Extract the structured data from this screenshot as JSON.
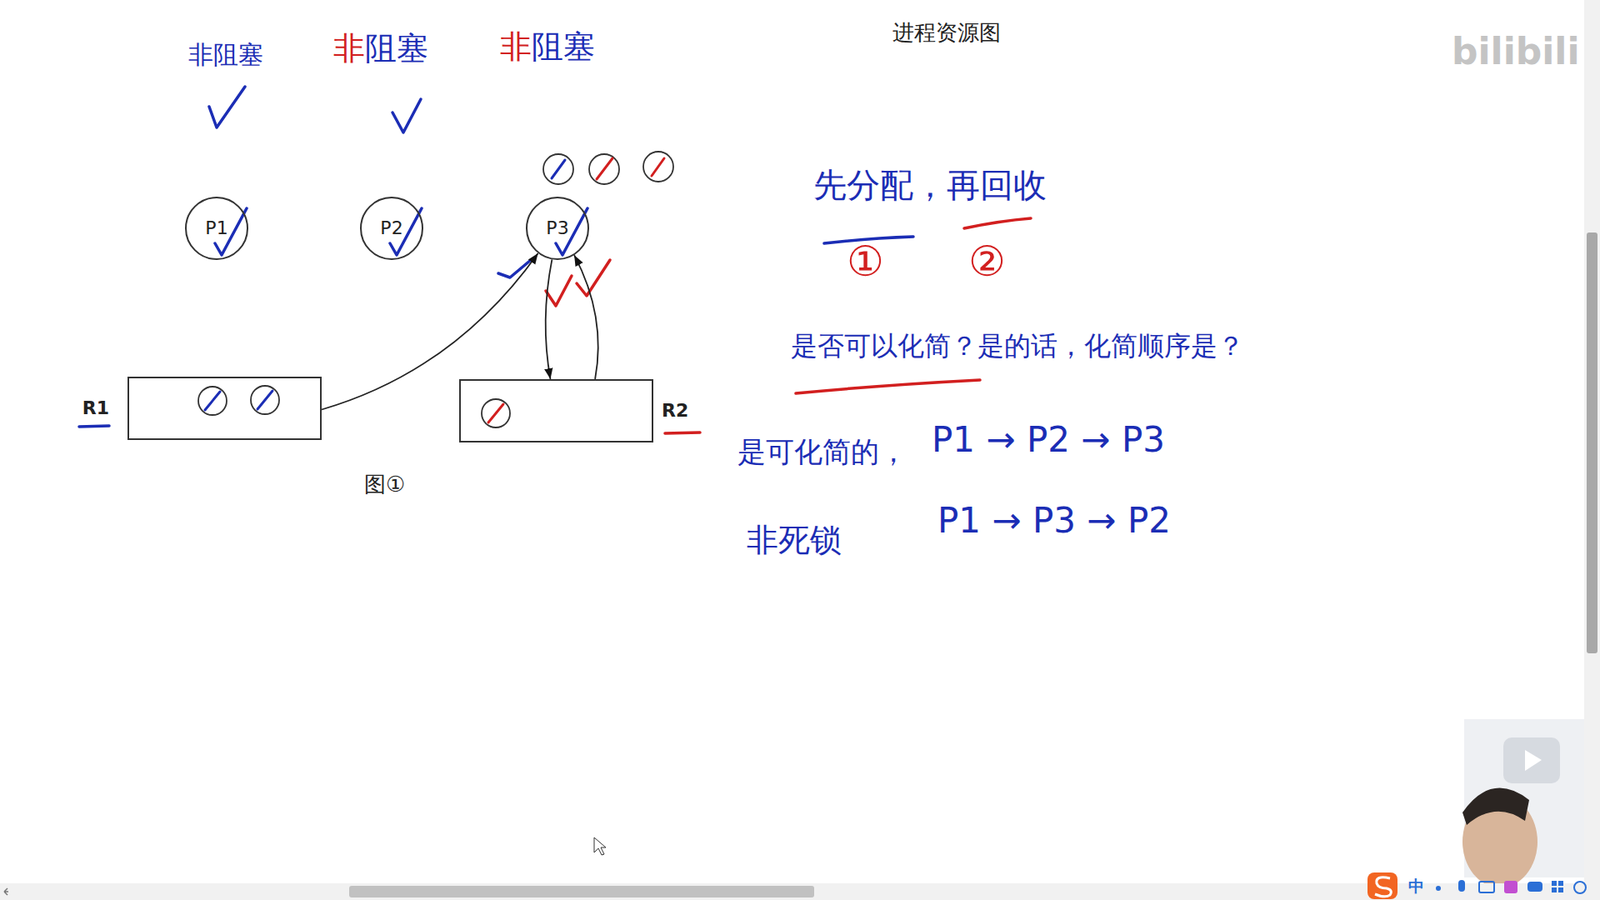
{
  "diagram": {
    "title": "进程资源图",
    "caption": "图①",
    "nodes": [
      {
        "text": [
          "P1"
        ]
      },
      {
        "text": [
          "P2"
        ]
      },
      {
        "text": [
          "P3"
        ]
      },
      {
        "text": [
          "R1"
        ]
      },
      {
        "text": [
          "R2"
        ]
      }
    ],
    "edges": [
      {
        "from": 3,
        "to": 2,
        "arrow": "to"
      },
      {
        "from": 2,
        "to": 4,
        "arrow": "to"
      },
      {
        "from": 4,
        "to": 2,
        "arrow": "to"
      }
    ],
    "labels": [
      "非阻塞",
      "非阻塞",
      "非阻塞",
      "先分配，再回收",
      "①",
      "②",
      "是否可以化简？是的话，化简顺序是？",
      "是可化简的，",
      "P1 → P2 → P3",
      "非死锁",
      "P1 → P3 → P2",
      "bilibili",
      "中"
    ]
  }
}
